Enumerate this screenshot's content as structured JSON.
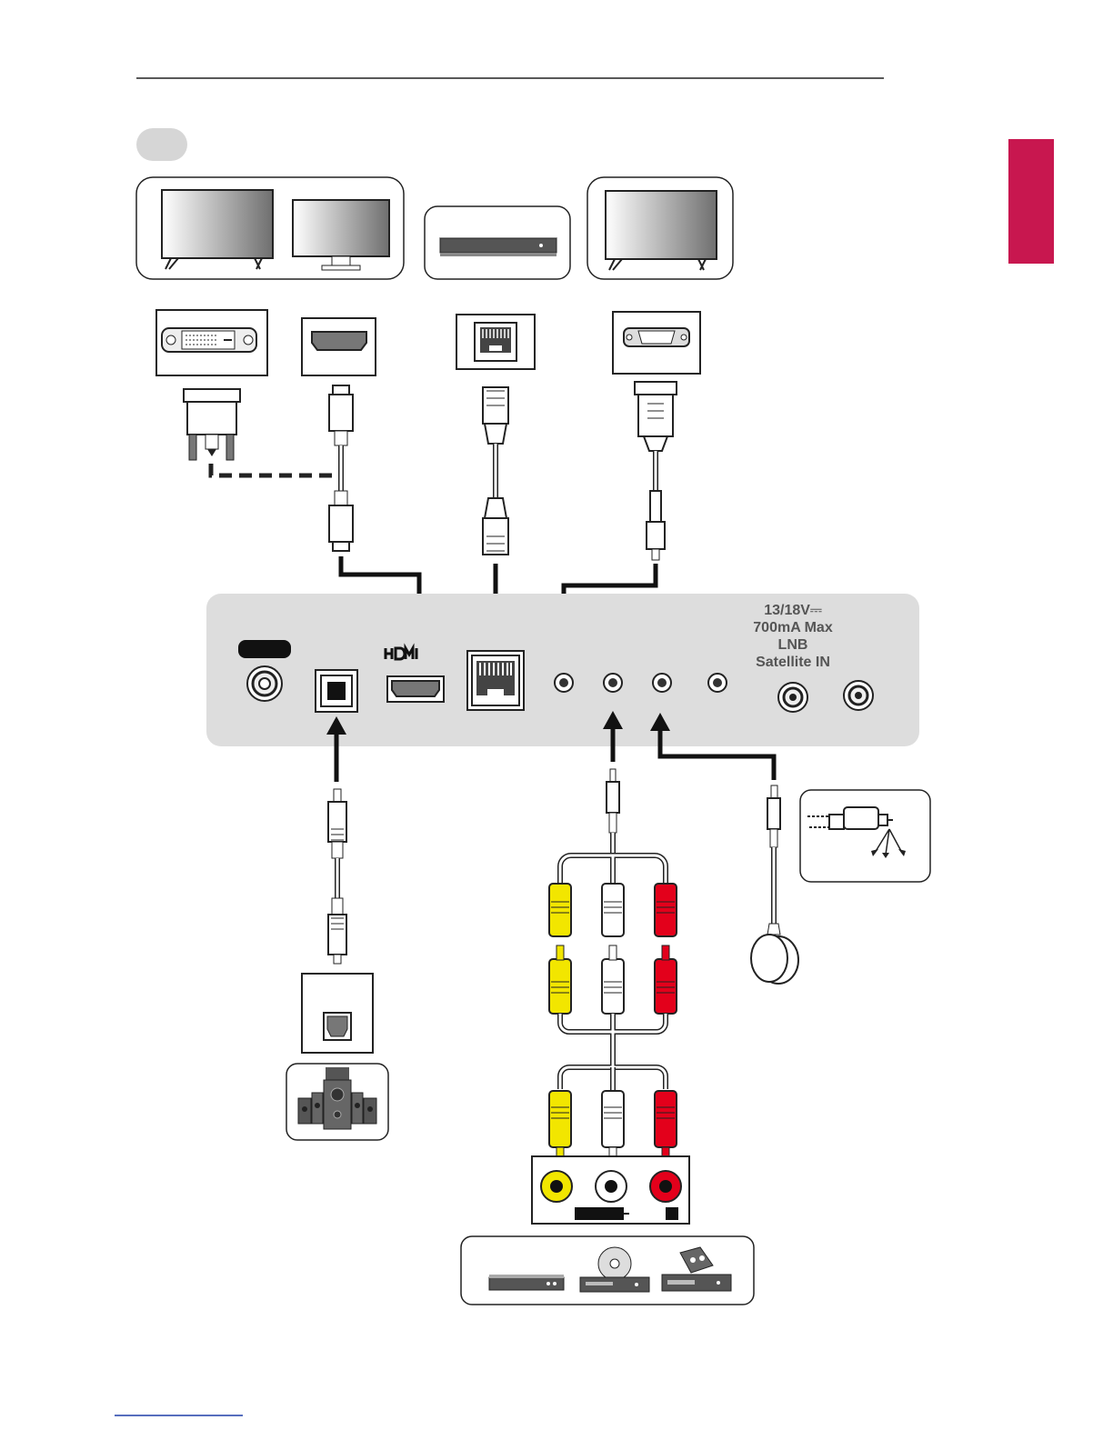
{
  "panel": {
    "lnb_lines": [
      "13/18V⎓",
      "700mA Max",
      "LNB",
      "Satellite IN"
    ],
    "hdmi_logo": "HDMI"
  },
  "colors": {
    "side_tab": "#c8174f",
    "panel_bg": "#dddddd",
    "rca_yellow": "#f2e600",
    "rca_white": "#ffffff",
    "rca_red": "#e3001b"
  },
  "icons": [
    "tv-icon",
    "monitor-icon",
    "set-top-box-icon",
    "dvi-port-icon",
    "hdmi-port-icon",
    "rj-port-icon",
    "rs232-port-icon",
    "optical-port-icon",
    "home-theater-icon",
    "ir-blaster-icon",
    "dvd-player-icon",
    "vcr-icon"
  ]
}
